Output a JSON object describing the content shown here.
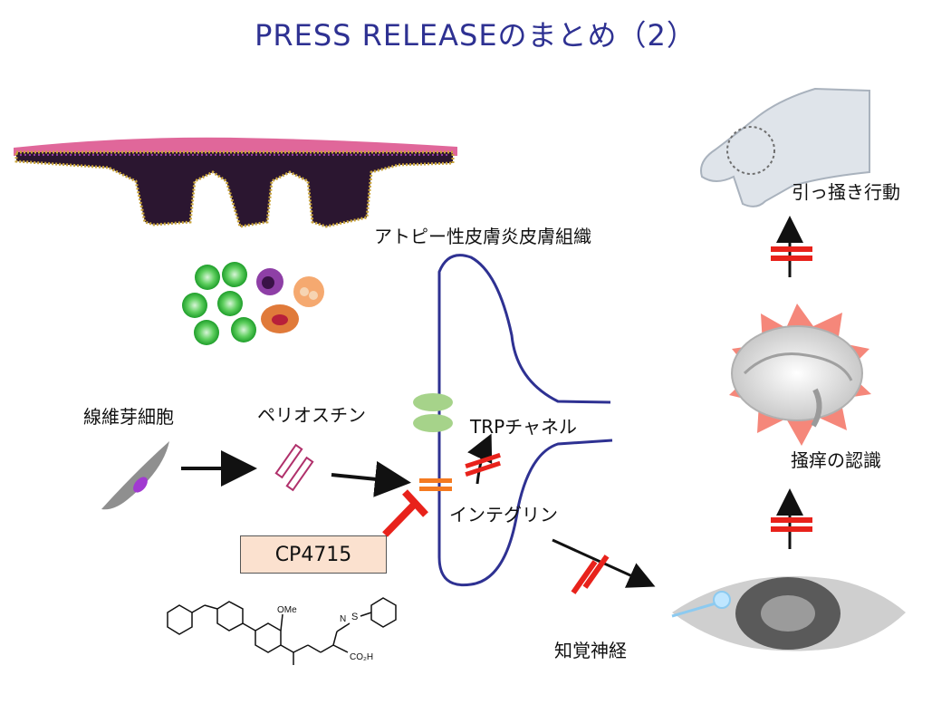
{
  "title": "PRESS RELEASEのまとめ（2）",
  "labels": {
    "atopic_tissue": "アトピー性皮膚炎皮膚組織",
    "fibroblast": "線維芽細胞",
    "periostin": "ペリオスチン",
    "trp_channel": "TRPチャネル",
    "integrin": "インテグリン",
    "sensory_nerve": "知覚神経",
    "itch_recognition": "掻痒の認識",
    "scratching": "引っ掻き行動",
    "drug": "CP4715"
  },
  "molecule_labels": {
    "methoxy": "OMe",
    "sulfonyl": "S",
    "amine_nh": "N",
    "carboxyl": "CO₂H"
  },
  "colors": {
    "title": "#2e3192",
    "nerve_outline": "#2e3192",
    "block_mark": "#e8221b",
    "integrin_mark": "#f47a20",
    "drug_box": "#fbe1cf"
  }
}
